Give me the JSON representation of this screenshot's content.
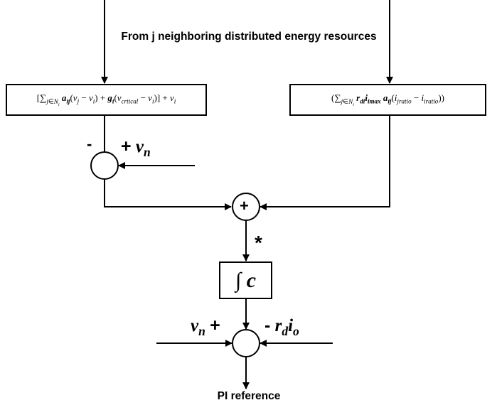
{
  "diagram": {
    "title": "From j neighboring distributed energy resources",
    "caption": "PI reference",
    "left_block": "[∑j∈Ni aij(vj − vi) + gi(vcrtical − vi)] + vi",
    "right_block": "(∑j∈Ni rdi iimax aij(ijratio − iiratio))",
    "integrator_block": "∫ c",
    "upper_sum_minus": "-",
    "upper_sum_plus_input": "+ vn",
    "middle_sum_sign": "+",
    "star_mark": "*",
    "lower_left_input": "vn +",
    "lower_right_input": "- rd io"
  }
}
